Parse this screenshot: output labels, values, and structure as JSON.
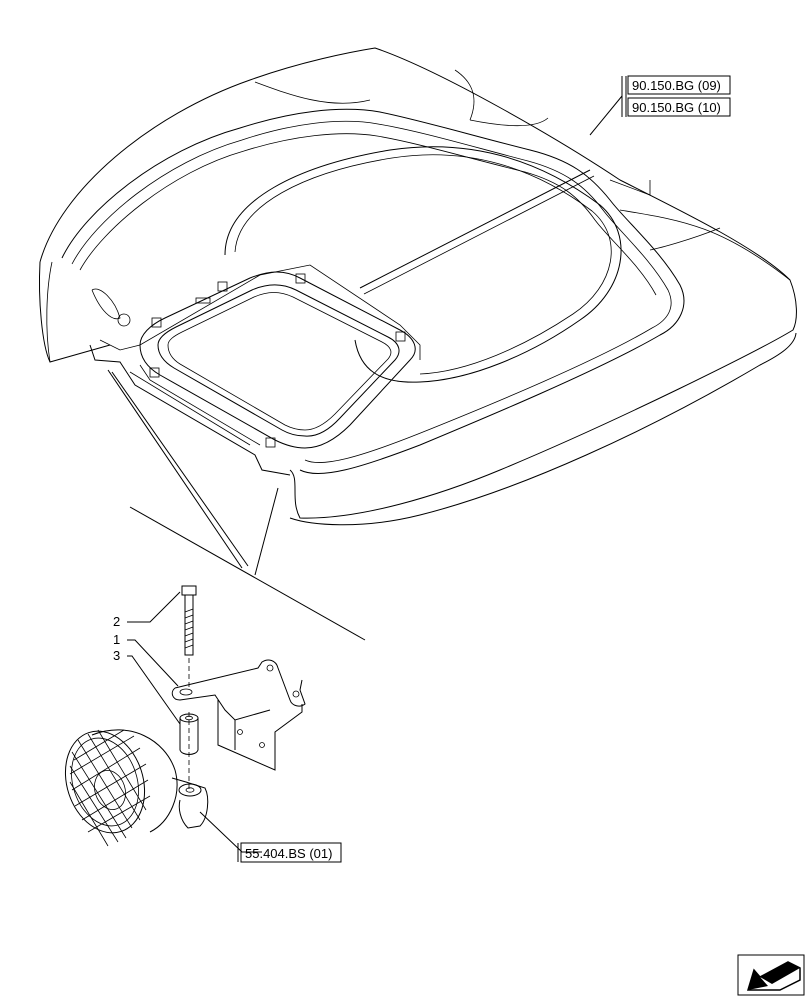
{
  "references": {
    "top_1": "90.150.BG (09)",
    "top_2": "90.150.BG (10)",
    "lamp": "55.404.BS (01)"
  },
  "callouts": {
    "item_2": "2",
    "item_1": "1",
    "item_3": "3"
  },
  "icons": {
    "nav": "back-arrow-icon"
  }
}
